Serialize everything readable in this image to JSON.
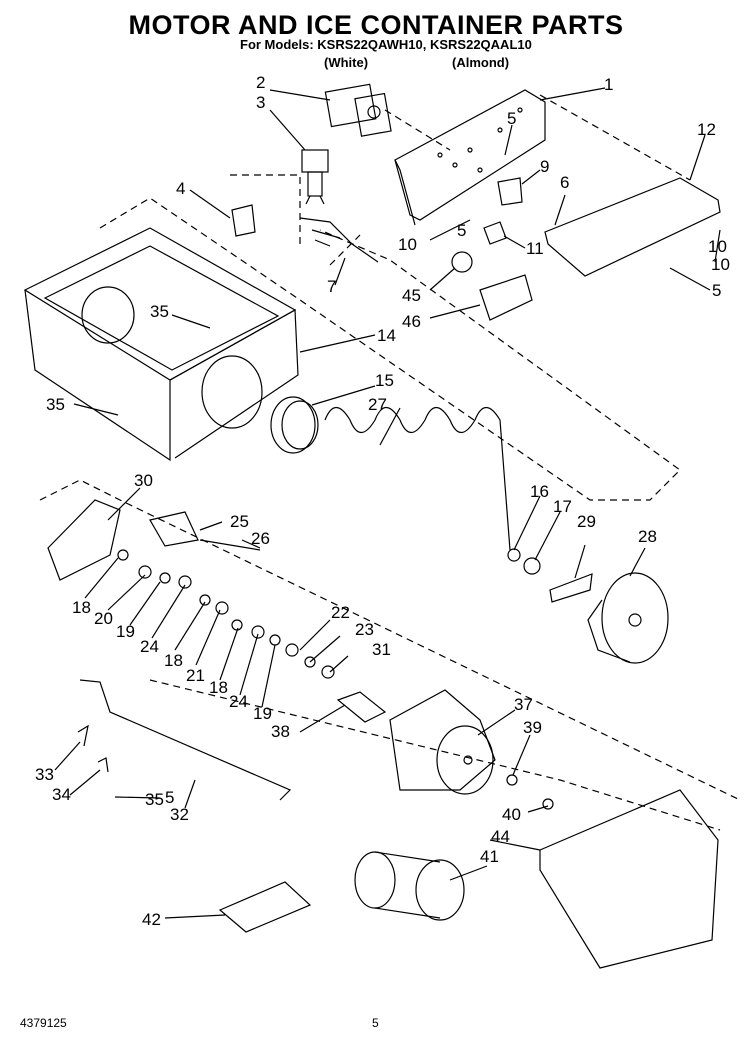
{
  "title": "MOTOR AND ICE CONTAINER PARTS",
  "models_line": "For Models: KSRS22QAWH10, KSRS22QAAL10",
  "color_white": "(White)",
  "color_almond": "(Almond)",
  "doc_number": "4379125",
  "page_number": "5",
  "callouts": [
    "1",
    "2",
    "3",
    "4",
    "5",
    "5",
    "5",
    "5",
    "6",
    "7",
    "9",
    "10",
    "10",
    "10",
    "11",
    "12",
    "14",
    "15",
    "16",
    "17",
    "18",
    "18",
    "18",
    "19",
    "19",
    "20",
    "21",
    "22",
    "23",
    "24",
    "24",
    "25",
    "26",
    "27",
    "28",
    "29",
    "30",
    "31",
    "32",
    "33",
    "34",
    "35",
    "35",
    "35",
    "37",
    "38",
    "39",
    "40",
    "41",
    "42",
    "44",
    "45",
    "46"
  ]
}
